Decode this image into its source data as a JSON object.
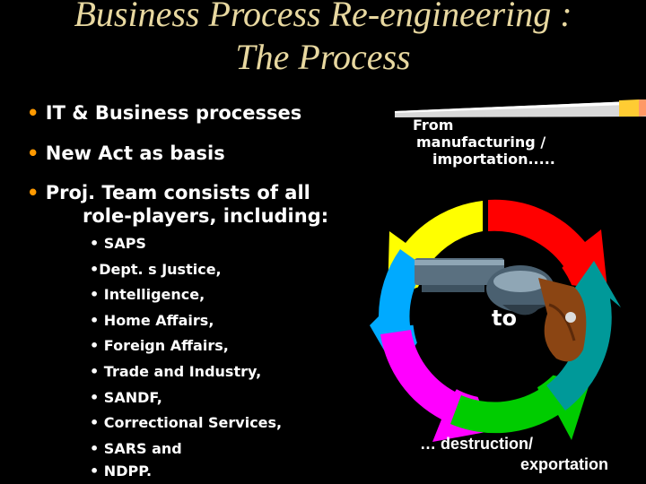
{
  "title": {
    "line1": "Business Process Re-engineering :",
    "line2": "The Process"
  },
  "bullets": [
    "IT & Business processes",
    "New Act as basis",
    "Proj. Team consists of all",
    "role-players, including:"
  ],
  "bullet_symbol": "•",
  "role_players": [
    "• SAPS",
    "•Dept. s Justice,",
    "• Intelligence,",
    "• Home Affairs,",
    "• Foreign Affairs,",
    "• Trade and Industry,",
    "• SANDF,",
    "• Correctional Services,",
    "• SARS and",
    "• NDPP."
  ],
  "cycle": {
    "from_line1": "From",
    "from_line2": "manufacturing /",
    "from_line3": "importation.....",
    "to_label": "to",
    "dest_line1": "… destruction/",
    "dest_line2": "exportation",
    "arrow_colors": [
      "#ff0000",
      "#ffff00",
      "#00cc00",
      "#00aaff",
      "#ff00ff",
      "#009999"
    ]
  },
  "colors": {
    "title": "#e8d8a0",
    "bullet_dot": "#ff9900",
    "text": "#ffffff",
    "background": "#000000"
  }
}
